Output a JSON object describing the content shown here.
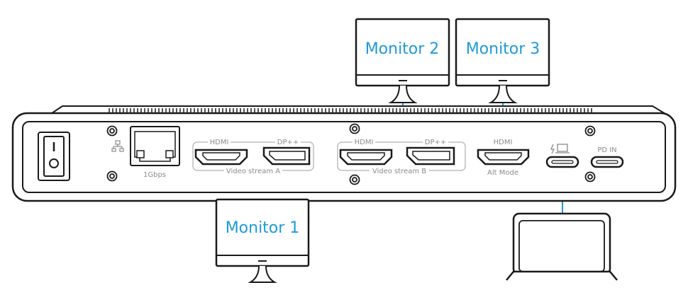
{
  "monitors": {
    "m1": "Monitor 1",
    "m2": "Monitor 2",
    "m3": "Monitor 3"
  },
  "ports": {
    "ethernet_speed": "1Gbps",
    "stream_a": {
      "hdmi": "HDMI",
      "dp": "DP++",
      "group": "Video stream A"
    },
    "stream_b": {
      "hdmi": "HDMI",
      "dp": "DP++",
      "group": "Video stream B"
    },
    "alt_mode": {
      "hdmi": "HDMI",
      "group": "Alt Mode"
    },
    "power_delivery": "PD IN"
  },
  "icons": {
    "power_switch": "power-switch-icon",
    "ethernet": "network-icon",
    "laptop_charge": "laptop-charge-icon"
  },
  "colors": {
    "cable": "#1e9ad6",
    "device": "#1a1a1a",
    "label": "#8a8a8a"
  }
}
